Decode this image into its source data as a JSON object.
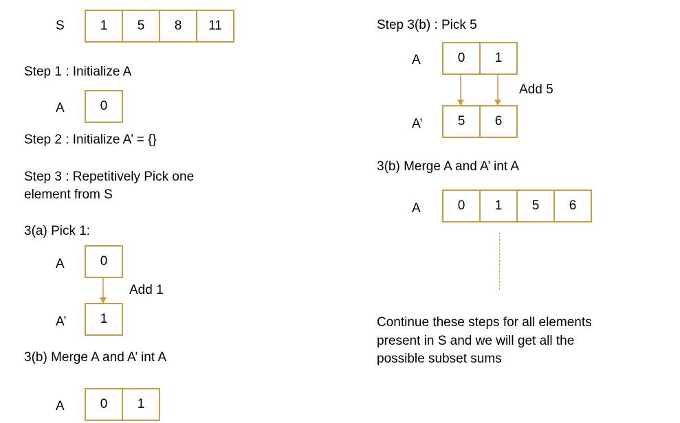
{
  "colors": {
    "box_border": "#d19a3e",
    "arrow": "#d19a3e"
  },
  "s_array": {
    "label": "S",
    "values": [
      "1",
      "5",
      "8",
      "11"
    ]
  },
  "step1": {
    "title": "Step 1 : Initialize A",
    "label": "A",
    "values": [
      "0"
    ]
  },
  "step2": {
    "title": "Step 2 : Initialize A’ = {}"
  },
  "step3": {
    "line1": "Step 3 : Repetitively Pick one",
    "line2": "element from S"
  },
  "step3a": {
    "title": "3(a) Pick 1:",
    "a_label": "A",
    "a_values": [
      "0"
    ],
    "op": "Add 1",
    "a2_label": "A’",
    "a2_values": [
      "1"
    ]
  },
  "merge1": {
    "title": "3(b) Merge A and A’ int A",
    "label": "A",
    "values": [
      "0",
      "1"
    ]
  },
  "step3b": {
    "title": "Step 3(b) : Pick 5",
    "a_label": "A",
    "a_values": [
      "0",
      "1"
    ],
    "op": "Add 5",
    "a2_label": "A’",
    "a2_values": [
      "5",
      "6"
    ]
  },
  "merge2": {
    "title": "3(b) Merge A and A’ int A",
    "label": "A",
    "values": [
      "0",
      "1",
      "5",
      "6"
    ]
  },
  "conclusion": {
    "line1": "Continue these steps for all elements",
    "line2": "present in S and we will get all the",
    "line3": "possible subset sums"
  }
}
